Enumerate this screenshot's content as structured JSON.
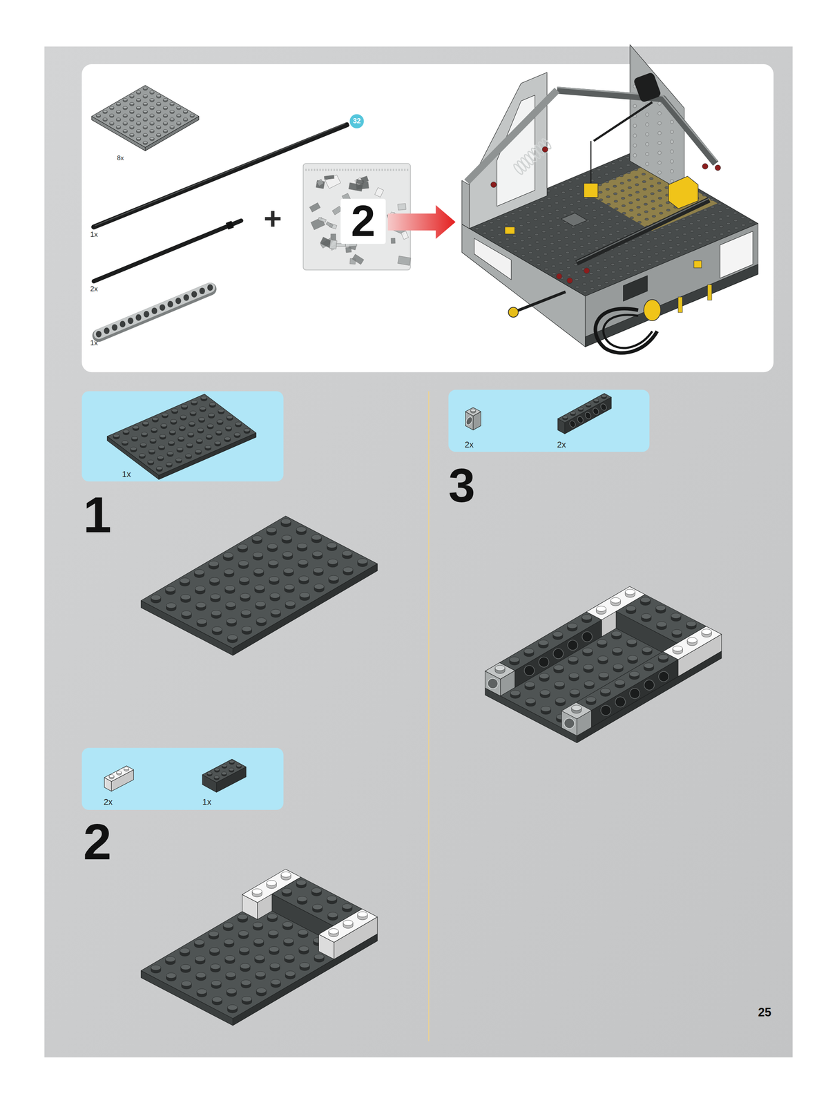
{
  "diagram": {
    "nodes": [
      {
        "text": [
          "8x",
          "1x",
          "2x",
          "1x",
          "+"
        ]
      },
      {
        "text": [
          "32"
        ],
        "in": 0
      },
      {
        "text": [
          "2"
        ],
        "in": 0
      },
      {
        "text": [
          "1x"
        ]
      },
      {
        "text": [
          "2x",
          "1x"
        ]
      },
      {
        "text": [
          "2x",
          "2x"
        ]
      }
    ],
    "labels": [
      "1",
      "2",
      "3",
      "25"
    ]
  }
}
